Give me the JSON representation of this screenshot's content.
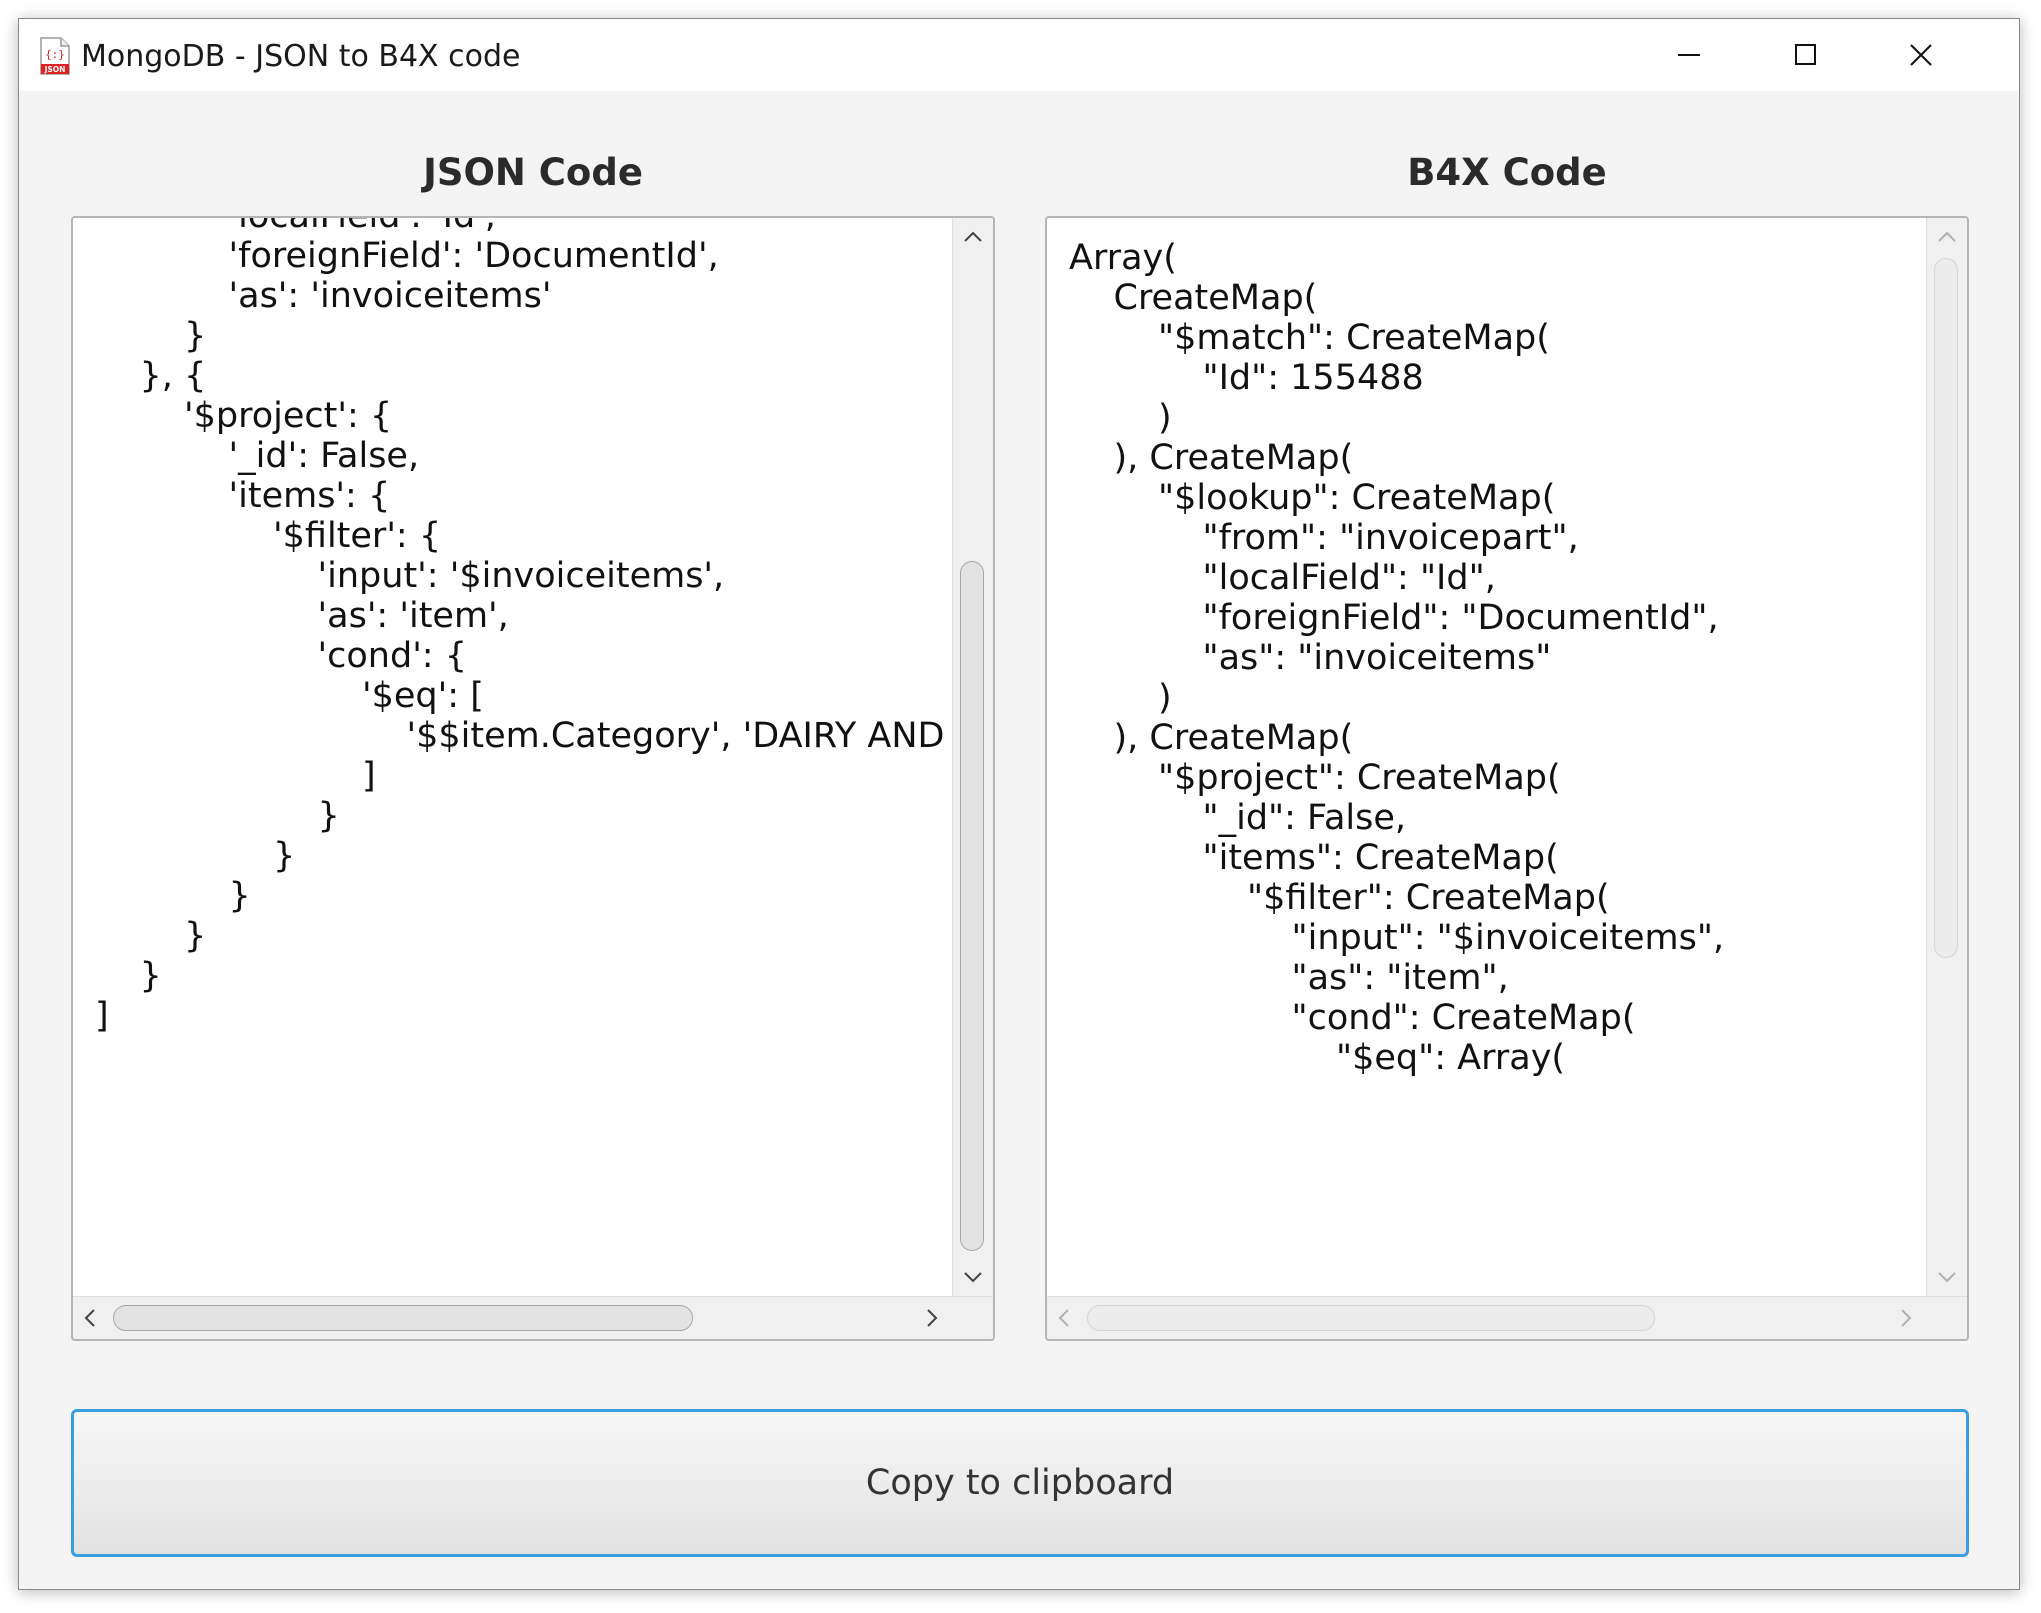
{
  "window": {
    "title": "MongoDB - JSON to B4X code",
    "icon_label": "JSON",
    "controls": [
      "minimize",
      "maximize",
      "close"
    ]
  },
  "json_panel": {
    "heading": "JSON Code",
    "lines": [
      "            'localField': 'Id',",
      "            'foreignField': 'DocumentId',",
      "            'as': 'invoiceitems'",
      "        }",
      "    }, {",
      "        '$project': {",
      "            '_id': False,",
      "            'items': {",
      "                '$filter': {",
      "                    'input': '$invoiceitems',",
      "                    'as': 'item',",
      "                    'cond': {",
      "                        '$eq': [",
      "                            '$$item.Category', 'DAIRY AND EGGS'",
      "                        ]",
      "                    }",
      "                }",
      "            }",
      "        }",
      "    }",
      "]"
    ]
  },
  "b4x_panel": {
    "heading": "B4X Code",
    "lines": [
      "Array(",
      "    CreateMap(",
      "        \"$match\": CreateMap(",
      "            \"Id\": 155488",
      "        )",
      "    ), CreateMap(",
      "        \"$lookup\": CreateMap(",
      "            \"from\": \"invoicepart\",",
      "            \"localField\": \"Id\",",
      "            \"foreignField\": \"DocumentId\",",
      "            \"as\": \"invoiceitems\"",
      "        )",
      "    ), CreateMap(",
      "        \"$project\": CreateMap(",
      "            \"_id\": False,",
      "            \"items\": CreateMap(",
      "                \"$filter\": CreateMap(",
      "                    \"input\": \"$invoiceitems\",",
      "                    \"as\": \"item\",",
      "                    \"cond\": CreateMap(",
      "                        \"$eq\": Array("
    ]
  },
  "copy_button": {
    "label": "Copy to clipboard"
  }
}
